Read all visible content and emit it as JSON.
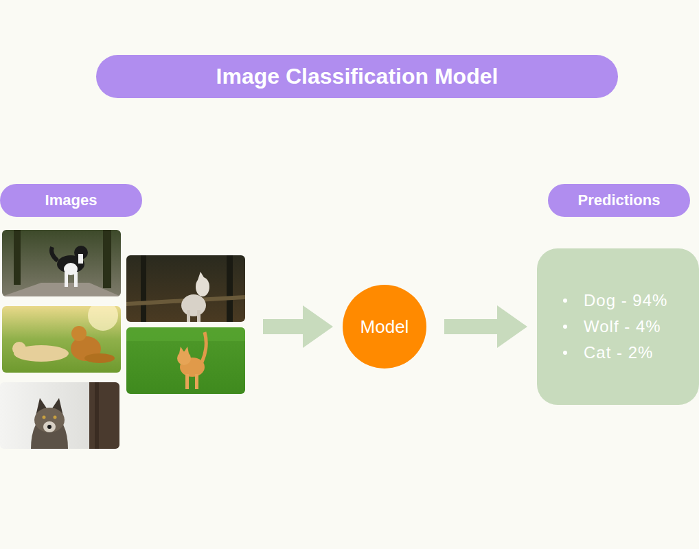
{
  "diagram": {
    "title": "Image Classification Model",
    "nodes": [
      {
        "text": [
          "Images"
        ]
      },
      {
        "text": [
          "Model"
        ]
      },
      {
        "text": [
          "Predictions",
          "Dog - 94%",
          "Wolf - 4%",
          "Cat - 2%"
        ]
      }
    ],
    "edges": [
      {
        "from": 0,
        "to": 1,
        "arrow": "to"
      },
      {
        "from": 1,
        "to": 2,
        "arrow": "to"
      }
    ]
  }
}
